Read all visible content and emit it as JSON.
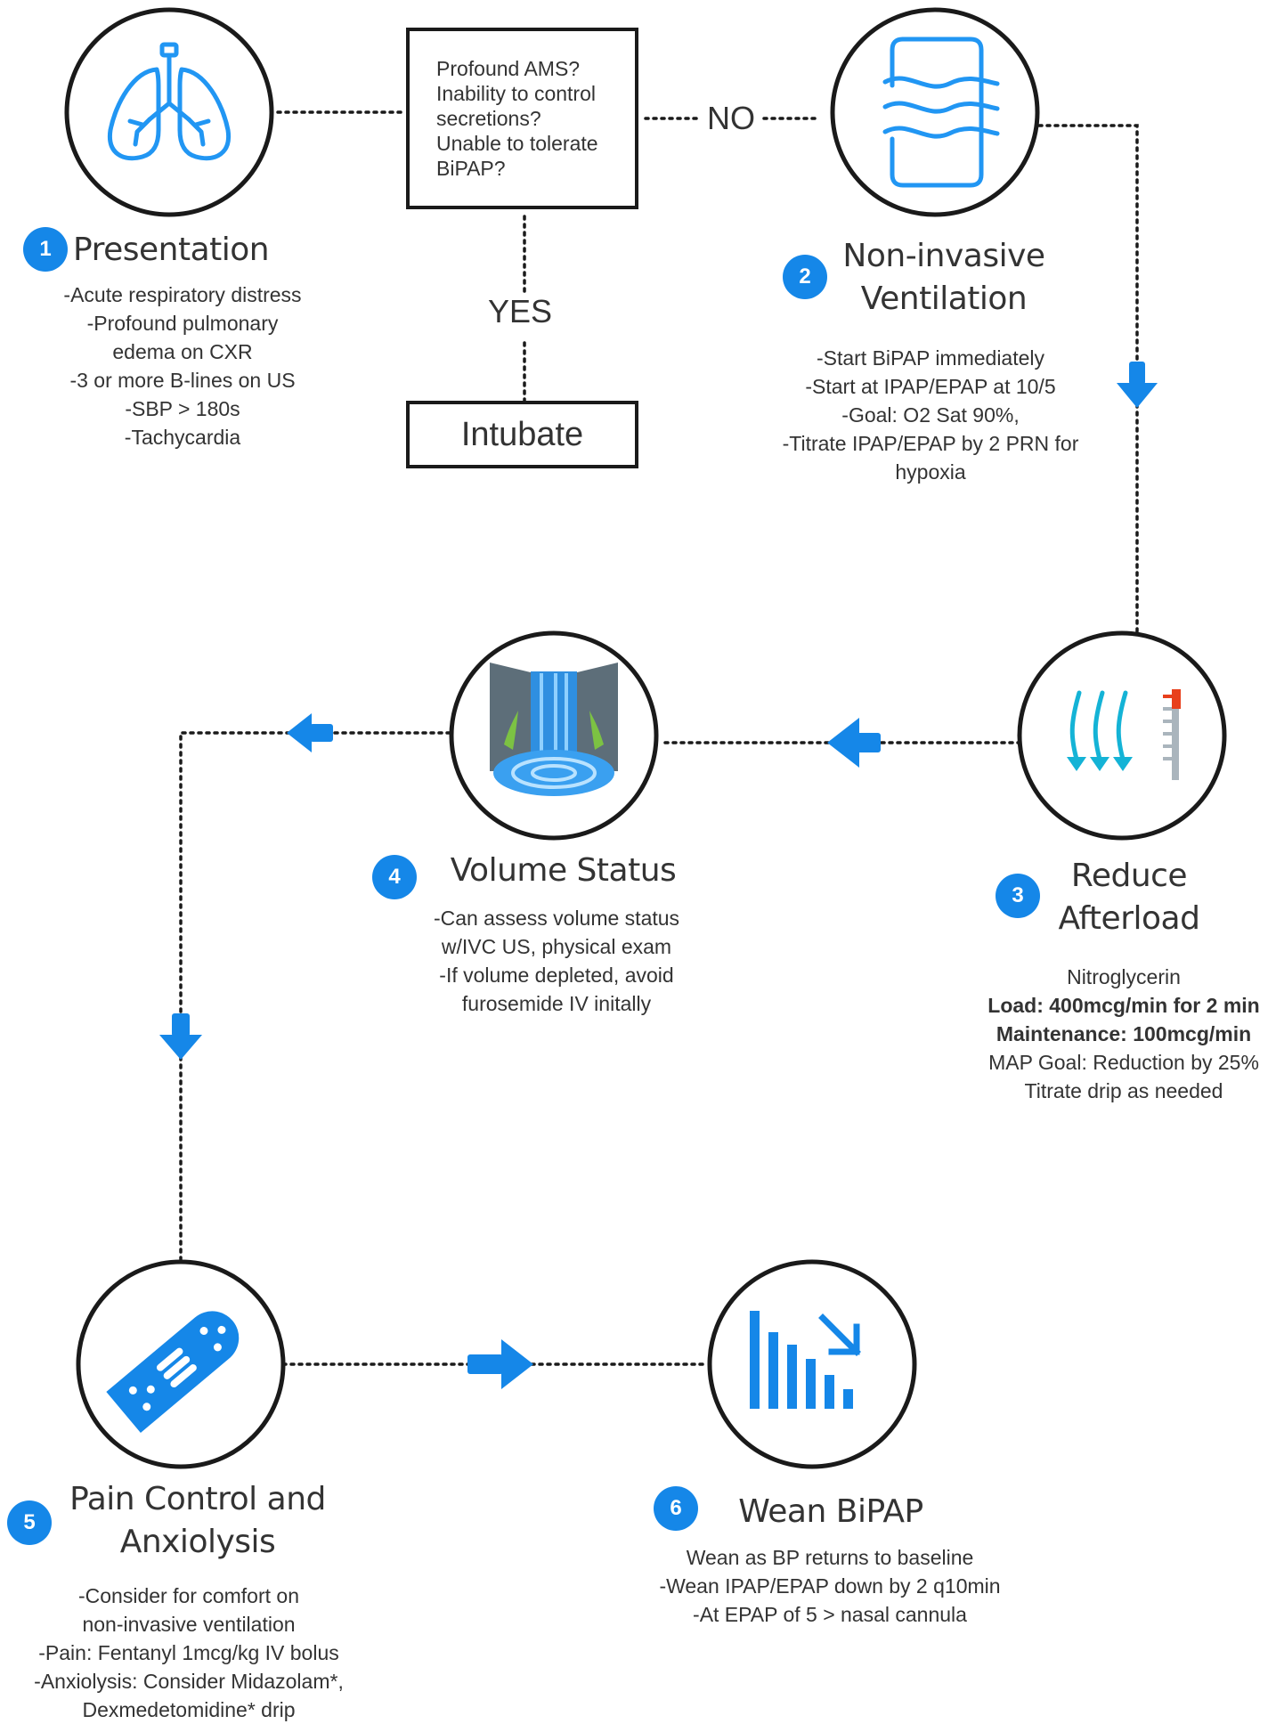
{
  "decision": {
    "lines": [
      "Profound AMS?",
      "Inability to control",
      "secretions?",
      "Unable to tolerate",
      "BiPAP?"
    ],
    "no_label": "NO",
    "yes_label": "YES",
    "intubate_label": "Intubate"
  },
  "steps": [
    {
      "number": "1",
      "title_lines": [
        "Presentation"
      ],
      "body": [
        "-Acute respiratory distress",
        "-Profound pulmonary",
        "edema on CXR",
        "-3 or more B-lines on US",
        "-SBP > 180s",
        "-Tachycardia"
      ],
      "icon": "lungs-icon"
    },
    {
      "number": "2",
      "title_lines": [
        "Non-invasive",
        "Ventilation"
      ],
      "body": [
        "-Start BiPAP immediately",
        "-Start at IPAP/EPAP at 10/5",
        "-Goal: O2 Sat 90%,",
        "-Titrate IPAP/EPAP by 2 PRN for",
        "hypoxia"
      ],
      "icon": "airflow-icon"
    },
    {
      "number": "3",
      "title_lines": [
        "Reduce",
        "Afterload"
      ],
      "body": [
        "Nitroglycerin",
        "Load: 400mcg/min for 2 min",
        "Maintenance: 100mcg/min",
        "MAP Goal: Reduction by 25%",
        "Titrate drip as needed"
      ],
      "bold_lines": [
        1,
        2
      ],
      "icon": "pressure-drop-icon"
    },
    {
      "number": "4",
      "title_lines": [
        "Volume Status"
      ],
      "body": [
        "-Can assess volume status",
        "w/IVC US, physical exam",
        "-If volume depleted, avoid",
        "furosemide IV initally"
      ],
      "icon": "waterfall-icon"
    },
    {
      "number": "5",
      "title_lines": [
        "Pain Control and",
        "Anxiolysis"
      ],
      "body": [
        "-Consider for comfort on",
        "non-invasive ventilation",
        "-Pain: Fentanyl 1mcg/kg IV bolus",
        "-Anxiolysis: Consider Midazolam*,",
        "Dexmedetomidine* drip"
      ],
      "icon": "bandage-icon"
    },
    {
      "number": "6",
      "title_lines": [
        "Wean BiPAP"
      ],
      "body": [
        "Wean as BP returns to baseline",
        "-Wean IPAP/EPAP down by 2 q10min",
        "-At EPAP of 5 > nasal cannula"
      ],
      "icon": "decreasing-bars-icon"
    }
  ],
  "colors": {
    "accent_blue": "#1587e8",
    "icon_blue": "#2196f3",
    "outline": "#1a1a1a",
    "text": "#333333"
  }
}
